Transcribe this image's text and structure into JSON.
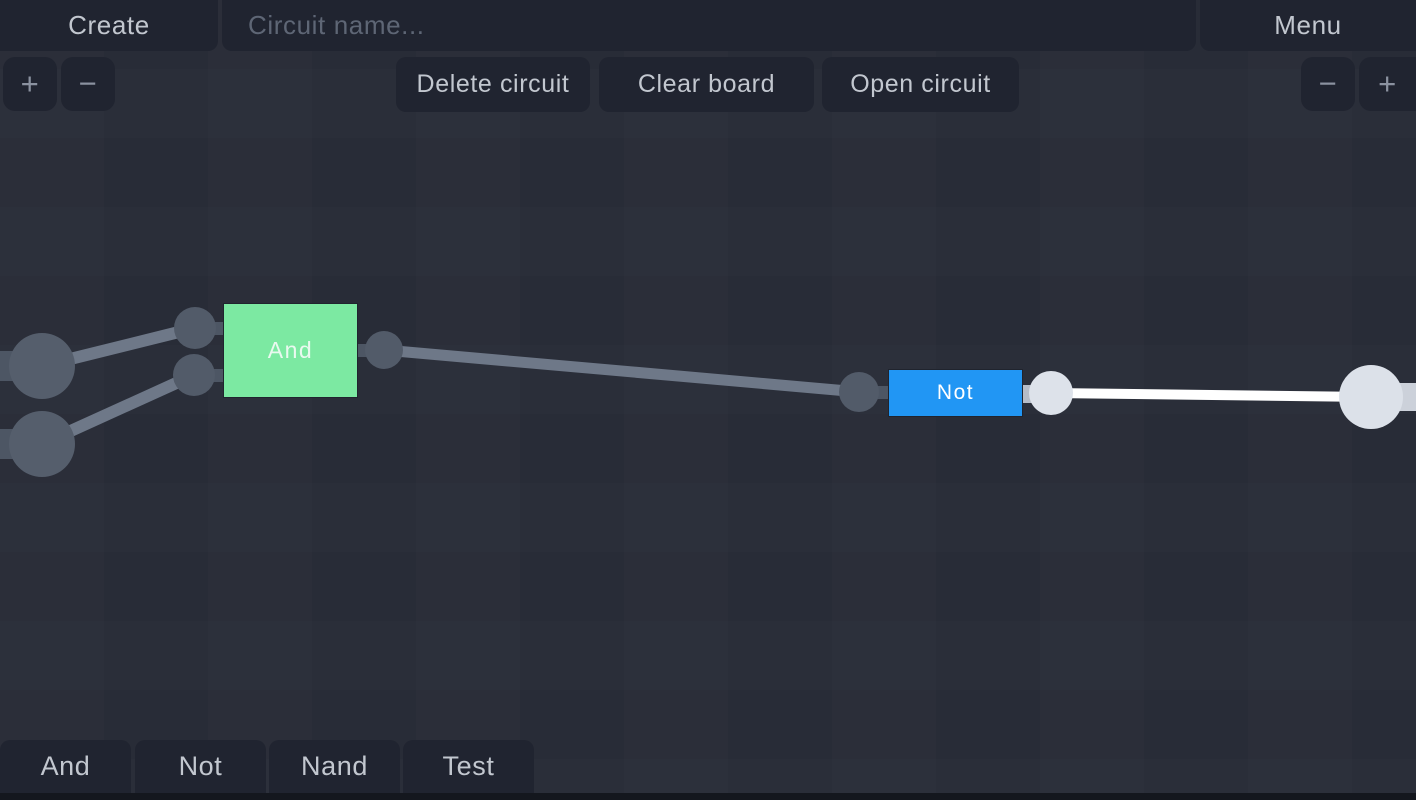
{
  "header": {
    "create_label": "Create",
    "circuit_name": {
      "value": "",
      "placeholder": "Circuit name..."
    },
    "menu_label": "Menu"
  },
  "toolbar": {
    "delete_circuit_label": "Delete circuit",
    "clear_board_label": "Clear board",
    "open_circuit_label": "Open circuit",
    "zoom_in_symbol": "+",
    "zoom_out_symbol": "−"
  },
  "palette": {
    "items": [
      {
        "label": "And"
      },
      {
        "label": "Not"
      },
      {
        "label": "Nand"
      },
      {
        "label": "Test"
      }
    ]
  },
  "circuit": {
    "gates": [
      {
        "id": "and-gate",
        "label": "And",
        "color": "#7ce9a2"
      },
      {
        "id": "not-gate",
        "label": "Not",
        "color": "#2196f4"
      }
    ],
    "wire_colors": {
      "inactive": "#6e7888",
      "active": "#ffffff"
    },
    "node_colors": {
      "inactive": "#525b69",
      "active": "#dde2ea"
    },
    "io_terminal_color": "#555e6c"
  },
  "colors": {
    "canvas_background": "#2a2e39",
    "panel_button": "#202430",
    "button_text": "#c2c7cf",
    "placeholder_text": "#5e6675",
    "bottom_strip": "#14171e"
  }
}
